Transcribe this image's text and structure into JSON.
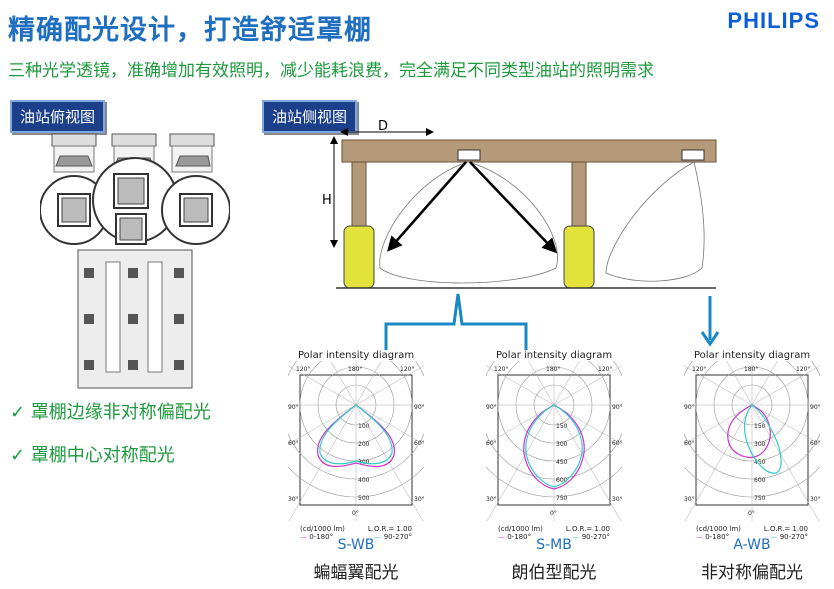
{
  "header": {
    "title": "精确配光设计，打造舒适罩棚",
    "brand": "PHILIPS",
    "subtitle": "三种光学透镜，准确增加有效照明，减少能耗浪费，完全满足不同类型油站的照明需求"
  },
  "labels": {
    "top_view": "油站俯视图",
    "side_view": "油站侧视图",
    "dim_d": "D",
    "dim_h": "H"
  },
  "bullets": [
    "✓ 罩棚边缘非对称偏配光",
    "✓ 罩棚中心对称配光"
  ],
  "colors": {
    "title": "#1f6fc0",
    "subtitle": "#1e9a3e",
    "tag_bg": "#1c3f8a",
    "beam": "#8a6a4a",
    "pillar_yellow": "#e2e23a",
    "curve_0_180": "#cc33cc",
    "curve_90_270": "#33cccc",
    "connector": "#1b88c6"
  },
  "diagrams": [
    {
      "title": "Polar intensity diagram",
      "units": "(cd/1000 lm)",
      "lor": "L.O.R.= 1.00",
      "angles": {
        "left_top": "120°",
        "top": "180°",
        "right_top": "120°",
        "left_90": "90°",
        "right_90": "90°",
        "left_60": "60°",
        "right_60": "60°",
        "left_30": "30°",
        "right_30": "30°",
        "bottom": "0°"
      },
      "rings": [
        "100",
        "200",
        "300",
        "400",
        "500"
      ],
      "legend": [
        "0-180°",
        "90-270°"
      ],
      "name": "S-WB",
      "desc": "蝙蝠翼配光"
    },
    {
      "title": "Polar intensity diagram",
      "units": "(cd/1000 lm)",
      "lor": "L.O.R.= 1.00",
      "angles": {
        "left_top": "120°",
        "top": "180°",
        "right_top": "120°",
        "left_90": "90°",
        "right_90": "90°",
        "left_60": "60°",
        "right_60": "60°",
        "left_30": "30°",
        "right_30": "30°",
        "bottom": "0°"
      },
      "rings": [
        "150",
        "300",
        "450",
        "600",
        "750"
      ],
      "legend": [
        "0-180°",
        "90-270°"
      ],
      "name": "S-MB",
      "desc": "朗伯型配光"
    },
    {
      "title": "Polar intensity diagram",
      "units": "(cd/1000 lm)",
      "lor": "L.O.R.= 1.00",
      "angles": {
        "left_top": "120°",
        "top": "180°",
        "right_top": "120°",
        "left_90": "90°",
        "right_90": "90°",
        "left_60": "60°",
        "right_60": "60°",
        "left_30": "30°",
        "right_30": "30°",
        "bottom": "0°"
      },
      "rings": [
        "150",
        "300",
        "450",
        "600",
        "750"
      ],
      "legend": [
        "0-180°",
        "90-270°"
      ],
      "name": "A-WB",
      "desc": "非对称偏配光"
    }
  ]
}
